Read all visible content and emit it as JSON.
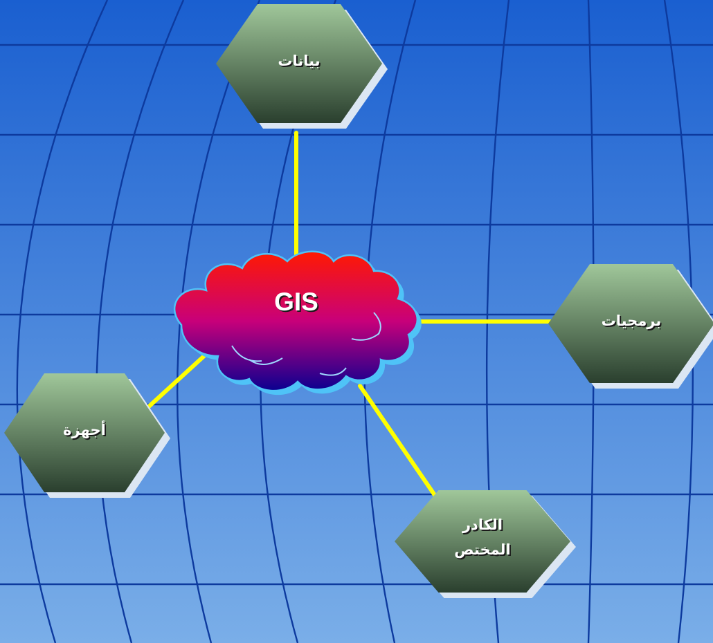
{
  "diagram": {
    "center": {
      "label": "GIS"
    },
    "nodes": [
      {
        "id": "data",
        "lines": [
          "بيانات"
        ]
      },
      {
        "id": "software",
        "lines": [
          "برمجيات"
        ]
      },
      {
        "id": "hardware",
        "lines": [
          "أجهزة"
        ]
      },
      {
        "id": "people",
        "lines": [
          "الكادر",
          "المختص"
        ]
      }
    ]
  },
  "colors": {
    "background_top": "#1a5fd0",
    "background_bottom": "#7aaee8",
    "grid": "#0d3a9e",
    "connector": "#ffff00",
    "hexagon_top": "#a0c79a",
    "hexagon_bottom": "#2a3f2e",
    "hexagon_shadow": "#dbe6f3",
    "cloud_top": "#ff1a00",
    "cloud_mid": "#c8007a",
    "cloud_bottom": "#0a0090",
    "cloud_outline": "#4fc3f7"
  }
}
